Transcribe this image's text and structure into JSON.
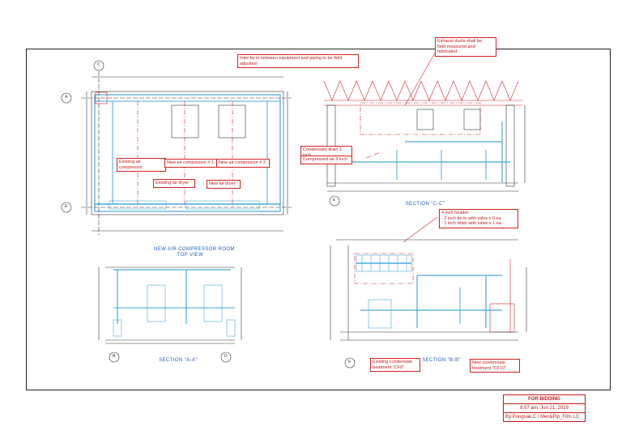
{
  "notes": {
    "tie_in": "Inter-tie in between equipment and piping to be field adjusted",
    "exhaust": "Exhaust ducts shall be\nfield measured and\nfabricated.",
    "existing_compressor": "Existing air compressor",
    "new_compressor_1": "New air compressor # 1",
    "new_compressor_2": "New air compressor # 2",
    "existing_dryer": "Existing air dryer",
    "new_dryer": "New air dryer",
    "condensate_drain": "Condensate drain 1 inch",
    "compressed_air": "Compressed air 3 inch",
    "header": "4 inch header:\n- 2 inch tie-in with valve x 6 ea\n- 1 inch drain with valve x 1 ea",
    "existing_treatment": "Existing condensate\ntreatment \"CF9\"",
    "new_treatment": "New condensate\ntreatment \"CF10\""
  },
  "views": {
    "top_view_title": "NEW AIR COMPRESSOR ROOM",
    "top_view_sub": "TOP VIEW",
    "section_aa": "SECTION \"A-A\"",
    "section_bb": "SECTION \"B-B\"",
    "section_cc": "SECTION \"C-C\""
  },
  "markers": {
    "a": "A",
    "c": "C",
    "e": "E",
    "b": "B",
    "d": "D"
  },
  "title_block": {
    "status": "FOR BIDDING",
    "date": "8:57 am, Jun 21, 2019",
    "author": "By:Pongsak.C / Mec&Pip_Film L3"
  },
  "colors": {
    "pipe": "#46a8d8",
    "red": "#d42020",
    "dim": "#333333"
  }
}
